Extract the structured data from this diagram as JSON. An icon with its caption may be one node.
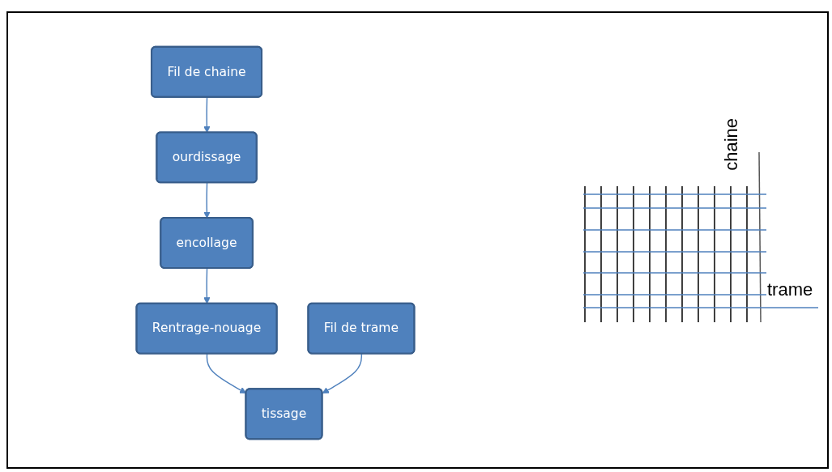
{
  "diagram": {
    "nodes": [
      {
        "text": [
          "Fil de chaine"
        ]
      },
      {
        "text": [
          "ourdissage"
        ]
      },
      {
        "text": [
          "encollage"
        ]
      },
      {
        "text": [
          "Rentrage-nouage"
        ]
      },
      {
        "text": [
          "Fil de trame"
        ]
      },
      {
        "text": [
          "tissage"
        ]
      }
    ],
    "edges": [
      {
        "from": 0,
        "to": 1,
        "arrow": "to"
      },
      {
        "from": 1,
        "to": 2,
        "arrow": "to"
      },
      {
        "from": 2,
        "to": 3,
        "arrow": "to"
      },
      {
        "from": 3,
        "to": 5,
        "arrow": "to"
      },
      {
        "from": 4,
        "to": 5,
        "arrow": "to"
      }
    ],
    "labels": [
      "chaine",
      "trame"
    ]
  }
}
